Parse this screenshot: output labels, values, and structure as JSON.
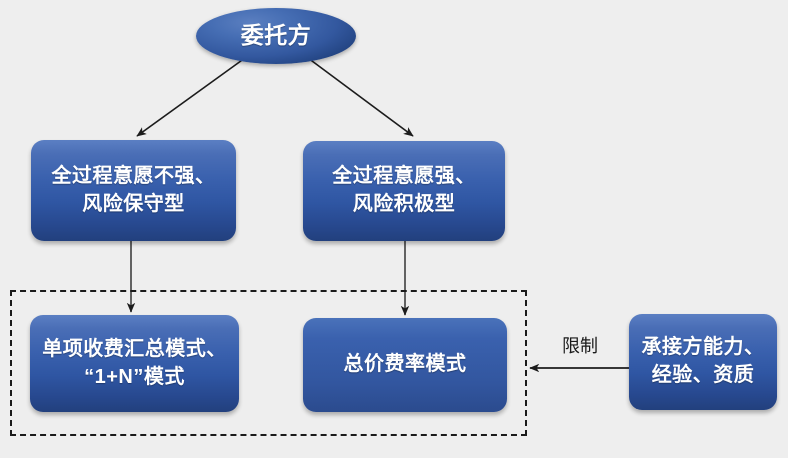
{
  "diagram": {
    "background_color": "#eeeeee",
    "node_fill_top": "#5b7fc3",
    "node_fill_bottom": "#22407d",
    "node_text_color": "#ffffff",
    "connector_color": "#262626",
    "group_border_color": "#1a1a1a",
    "nodes": {
      "client": {
        "label": "委托方",
        "shape": "ellipse"
      },
      "low_willingness": {
        "label": "全过程意愿不强、\n风险保守型",
        "shape": "rounded-rect"
      },
      "high_willingness": {
        "label": "全过程意愿强、\n风险积极型",
        "shape": "rounded-rect"
      },
      "itemized_mode": {
        "label": "单项收费汇总模式、\n“1+N”模式",
        "shape": "rounded-rect"
      },
      "lumpsum_mode": {
        "label": "总价费率模式",
        "shape": "rounded-rect"
      },
      "contractor_capability": {
        "label": "承接方能力、\n经验、资质",
        "shape": "rounded-rect"
      }
    },
    "edges": [
      {
        "name": "client-to-low-willingness",
        "label": ""
      },
      {
        "name": "client-to-high-willingness",
        "label": ""
      },
      {
        "name": "low-willingness-to-itemized",
        "label": ""
      },
      {
        "name": "high-willingness-to-lumpsum",
        "label": ""
      },
      {
        "name": "contractor-to-group",
        "label": "限制"
      }
    ],
    "group": {
      "name": "fee-mode-group",
      "style": "dashed"
    }
  }
}
